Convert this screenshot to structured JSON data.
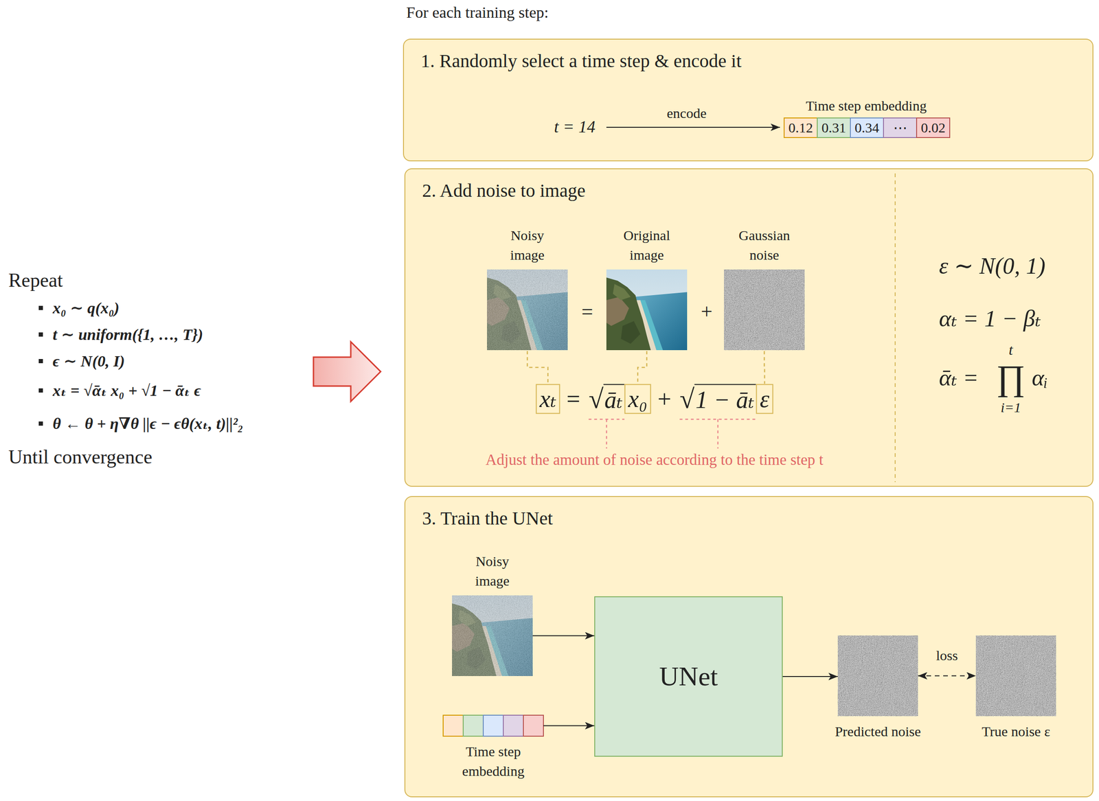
{
  "diagram": {
    "nodes": [
      {
        "text": [
          "1. Randomly select a time step & encode it"
        ]
      },
      {
        "text": [
          "0.12"
        ],
        "in": 0
      },
      {
        "text": [
          "0.31"
        ],
        "in": 0
      },
      {
        "text": [
          "0.34"
        ],
        "in": 0
      },
      {
        "text": [
          "⋯"
        ],
        "in": 0
      },
      {
        "text": [
          "0.02"
        ],
        "in": 0
      },
      {
        "text": [
          "2. Add noise to image"
        ]
      },
      {
        "text": [
          "Noisy image"
        ],
        "in": 6
      },
      {
        "text": [
          "Original image"
        ],
        "in": 6
      },
      {
        "text": [
          "Gaussian noise"
        ],
        "in": 6
      },
      {
        "text": [
          "3. Train the UNet"
        ]
      },
      {
        "text": [
          "Noisy image"
        ],
        "in": 10
      },
      {
        "text": [
          "Time step embedding"
        ],
        "in": 10
      },
      {
        "text": [
          "UNet"
        ],
        "in": 10
      },
      {
        "text": [
          "Predicted noise"
        ],
        "in": 10
      },
      {
        "text": [
          "True noise ε"
        ],
        "in": 10
      }
    ],
    "edges": [
      {
        "from": 11,
        "to": 13,
        "arrow": "to"
      },
      {
        "from": 12,
        "to": 13,
        "arrow": "to"
      },
      {
        "from": 13,
        "to": 14,
        "arrow": "to"
      },
      {
        "from": 14,
        "to": 15,
        "label": "loss",
        "arrow": "both"
      }
    ],
    "labels": [
      "For each training step:",
      "Repeat",
      "x₀ ∼ q(x₀)",
      "t ∼ uniform({1, …, T})",
      "ϵ ∼ N(0, I)",
      "xₜ = √ᾱₜ x₀ + √1 − ᾱₜ ϵ",
      "θ ← θ + η∇θ ||ϵ − ϵθ(xₜ, t)||²₂",
      "Until convergence",
      "t = 14",
      "encode",
      "Time step embedding",
      "=",
      "+",
      "xₜ",
      "=",
      "√",
      "āₜ",
      "x₀",
      "+",
      "√",
      "1 − āₜ",
      "ε",
      "Adjust the amount of noise according to the time step t",
      "ε ∼ N(0, 1)",
      "αₜ = 1 − βₜ",
      "ᾱₜ =",
      "t",
      "∏",
      "i=1",
      "αᵢ"
    ]
  }
}
